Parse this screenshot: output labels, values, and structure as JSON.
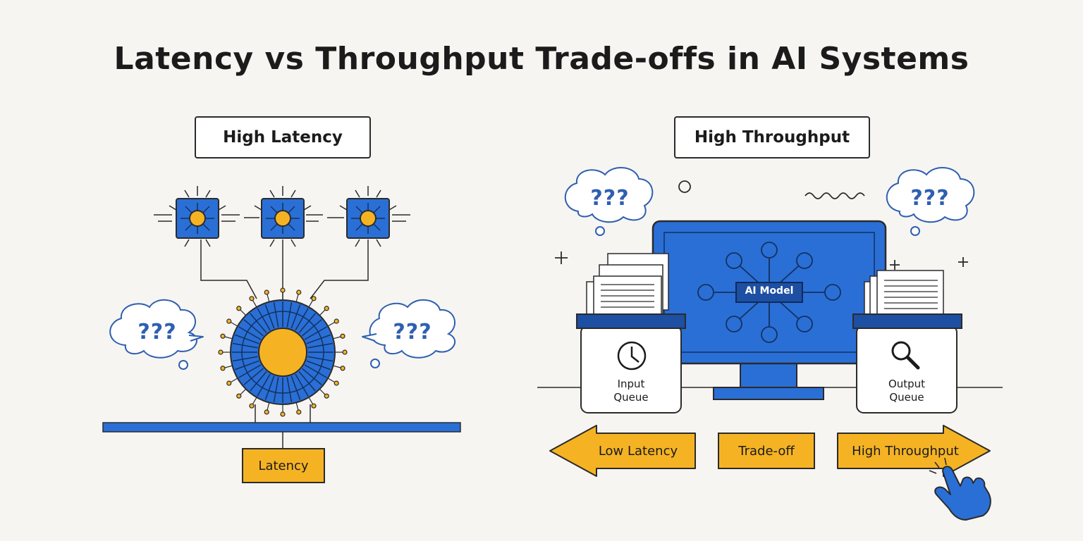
{
  "title": "Latency vs Throughput Trade-offs in AI Systems",
  "left_panel": {
    "heading": "High Latency",
    "bubble_left": "???",
    "bubble_right": "???",
    "bottom_label": "Latency"
  },
  "right_panel": {
    "heading": "High Throughput",
    "bubble_left": "???",
    "bubble_right": "???",
    "model_label": "AI Model",
    "input_queue": [
      "Input",
      "Queue"
    ],
    "output_queue": [
      "Output",
      "Queue"
    ],
    "arrow_left": "Low Latency",
    "middle": "Trade-off",
    "arrow_right": "High Throughput"
  },
  "colors": {
    "blue": "#2a6fd6",
    "dark_blue": "#1d4fa3",
    "yellow": "#f5b324",
    "outline": "#2b2b2b"
  },
  "icons": [
    "chip-icon",
    "processor-icon",
    "thought-bubble-icon",
    "monitor-icon",
    "network-icon",
    "clock-icon",
    "magnifier-icon",
    "document-stack-icon",
    "pointing-hand-icon"
  ]
}
